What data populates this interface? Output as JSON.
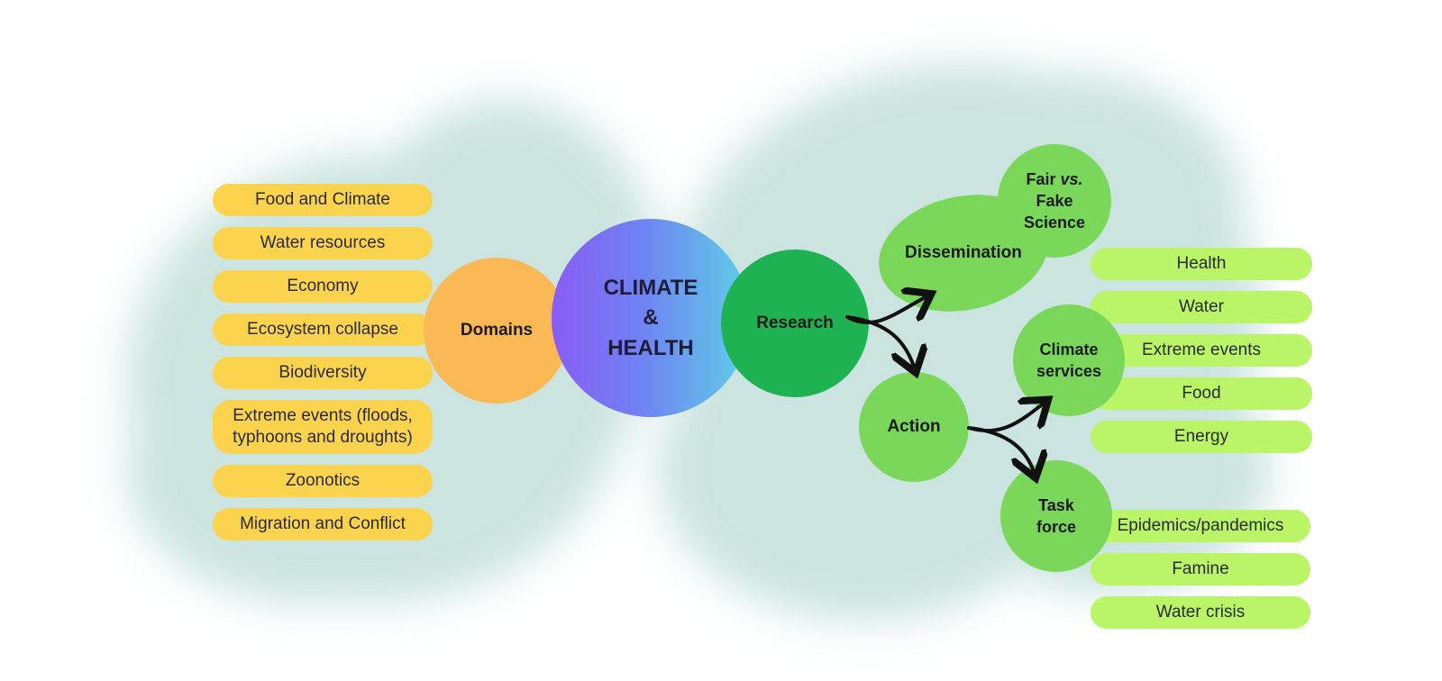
{
  "center": {
    "line1": "CLIMATE",
    "line2": "&",
    "line3": "HEALTH"
  },
  "domains": {
    "label": "Domains",
    "items": [
      "Food and Climate",
      "Water resources",
      "Economy",
      "Ecosystem collapse",
      "Biodiversity",
      "Extreme events (floods, typhoons and droughts)",
      "Zoonotics",
      "Migration and Conflict"
    ]
  },
  "research": {
    "label": "Research"
  },
  "dissemination": {
    "label": "Dissemination"
  },
  "fair_fake": {
    "line1_a": "Fair ",
    "line1_b": "vs.",
    "line2": "Fake",
    "line3": "Science"
  },
  "action": {
    "label": "Action"
  },
  "climate_services": {
    "line1": "Climate",
    "line2": "services",
    "items": [
      "Health",
      "Water",
      "Extreme events",
      "Food",
      "Energy"
    ]
  },
  "task_force": {
    "line1": "Task",
    "line2": "force",
    "items": [
      "Epidemics/pandemics",
      "Famine",
      "Water crisis"
    ]
  },
  "colors": {
    "yellow_pill": "#fbd34d",
    "orange_circle": "#fbb955",
    "dark_green": "#1fb253",
    "green": "#7ad75a",
    "light_green_pill": "#b9f566",
    "center_gradient": [
      "#8a5cf6",
      "#5fd0e6"
    ],
    "wash": "#b9dcd6"
  }
}
